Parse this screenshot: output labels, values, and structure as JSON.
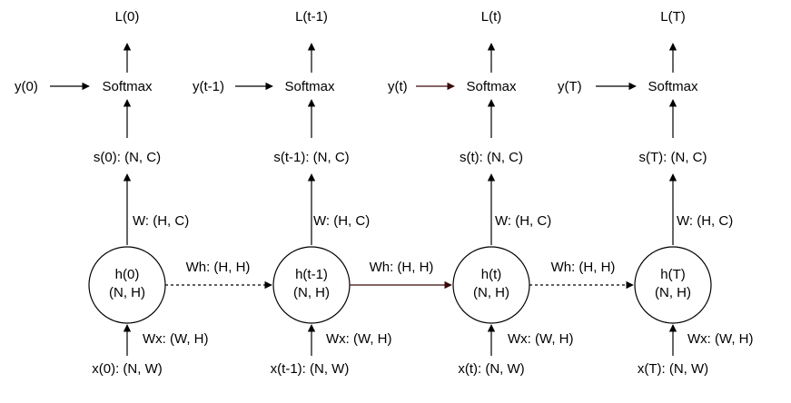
{
  "diagram": {
    "columns": [
      {
        "loss": "L(0)",
        "target": "y(0)",
        "softmax": "Softmax",
        "score": "s(0): (N, C)",
        "w_label": "W: (H, C)",
        "hidden_name": "h(0)",
        "hidden_shape": "(N, H)",
        "wx_label": "Wx: (W, H)",
        "input": "x(0): (N, W)"
      },
      {
        "loss": "L(t-1)",
        "target": "y(t-1)",
        "softmax": "Softmax",
        "score": "s(t-1): (N, C)",
        "w_label": "W: (H, C)",
        "hidden_name": "h(t-1)",
        "hidden_shape": "(N, H)",
        "wx_label": "Wx: (W, H)",
        "input": "x(t-1): (N, W)"
      },
      {
        "loss": "L(t)",
        "target": "y(t)",
        "softmax": "Softmax",
        "score": "s(t): (N, C)",
        "w_label": "W: (H, C)",
        "hidden_name": "h(t)",
        "hidden_shape": "(N, H)",
        "wx_label": "Wx: (W, H)",
        "input": "x(t): (N, W)"
      },
      {
        "loss": "L(T)",
        "target": "y(T)",
        "softmax": "Softmax",
        "score": "s(T): (N, C)",
        "w_label": "W: (H, C)",
        "hidden_name": "h(T)",
        "hidden_shape": "(N, H)",
        "wx_label": "Wx: (W, H)",
        "input": "x(T): (N, W)"
      }
    ],
    "recurrent_edges": [
      {
        "label": "Wh: (H, H)",
        "style": "dashed"
      },
      {
        "label": "Wh: (H, H)",
        "style": "solid"
      },
      {
        "label": "Wh: (H, H)",
        "style": "dashed"
      }
    ]
  }
}
